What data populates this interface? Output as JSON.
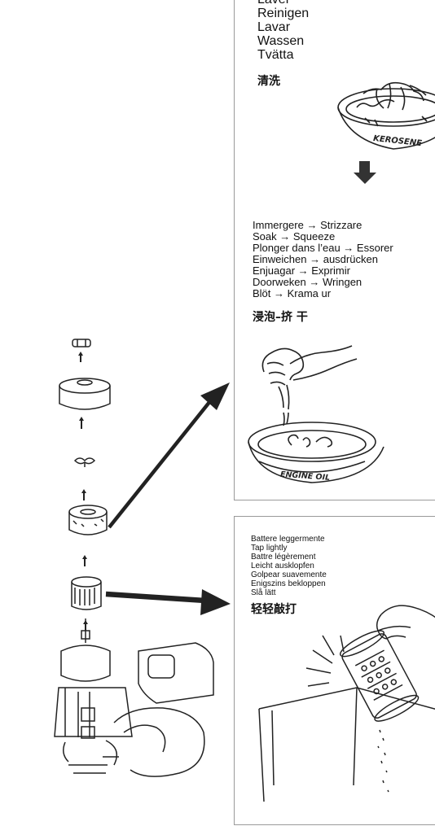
{
  "panel_clean": {
    "lines": [
      "Laver",
      "Reinigen",
      "Lavar",
      "Wassen",
      "Tvätta"
    ],
    "zh": "清洗",
    "bowl_label": "KEROSENE"
  },
  "panel_soak": {
    "lines": [
      "Immergere → Strizzare",
      "Soak → Squeeze",
      "Plonger dans l’eau → Essorer",
      "Einweichen →  ausdrücken",
      "Enjuagar → Exprimir",
      "Doorweken → Wringen",
      "Blöt → Krama ur"
    ],
    "zh": "浸泡–挤 干",
    "bowl_label": "ENGINE OIL"
  },
  "panel_tap": {
    "lines": [
      "Battere leggermente",
      "Tap lightly",
      "Battre légèrement",
      "Leicht ausklopfen",
      "Golpear suavemente",
      "Enigszins bekloppen",
      "Slå lätt"
    ],
    "zh": "轻轻敲打"
  }
}
